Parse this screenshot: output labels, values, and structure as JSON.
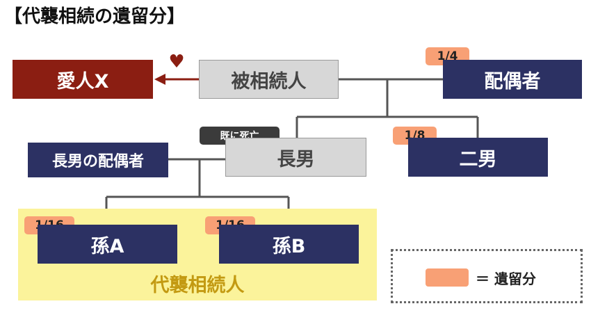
{
  "title": "【代襲相続の遺留分】",
  "nodes": {
    "lover": "愛人X",
    "decedent": "被相続人",
    "spouse": "配偶者",
    "eldest_son": "長男",
    "eldest_son_spouse": "長男の配偶者",
    "second_son": "二男",
    "grandchild_a": "孫A",
    "grandchild_b": "孫B"
  },
  "shares": {
    "spouse": "1/4",
    "second_son": "1/8",
    "grandchild_a": "1/16",
    "grandchild_b": "1/16"
  },
  "deceased_badge": "既に死亡",
  "group_label": "代襲相続人",
  "legend": {
    "text": "＝ 遺留分"
  },
  "colors": {
    "navy": "#2c3163",
    "gray": "#d7d7d7",
    "lover_red": "#8b1e12",
    "share_orange": "#f8a075",
    "group_yellow": "#fbf39b",
    "group_label_gold": "#c39a12"
  },
  "icons": {
    "heart": "heart-icon",
    "arrow": "arrow-left-icon"
  }
}
